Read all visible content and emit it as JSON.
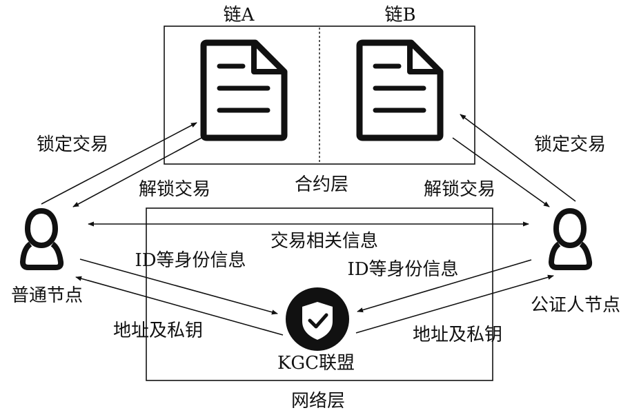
{
  "chain_a": "链A",
  "chain_b": "链B",
  "contract_layer": "合约层",
  "network_layer": "网络层",
  "kgc": "KGC联盟",
  "ordinary_node": "普通节点",
  "notary_node": "公证人节点",
  "left_lock": "锁定交易",
  "left_unlock": "解锁交易",
  "right_lock": "锁定交易",
  "right_unlock": "解锁交易",
  "tx_info": "交易相关信息",
  "left_id": "ID等身份信息",
  "right_id": "ID等身份信息",
  "left_addr": "地址及私钥",
  "right_addr": "地址及私钥",
  "icons": {
    "document_a": "document-icon",
    "document_b": "document-icon",
    "user_left": "user-icon",
    "user_right": "user-icon",
    "kgc": "shield-check-icon"
  },
  "colors": {
    "stroke": "#111111",
    "background": "#ffffff"
  }
}
